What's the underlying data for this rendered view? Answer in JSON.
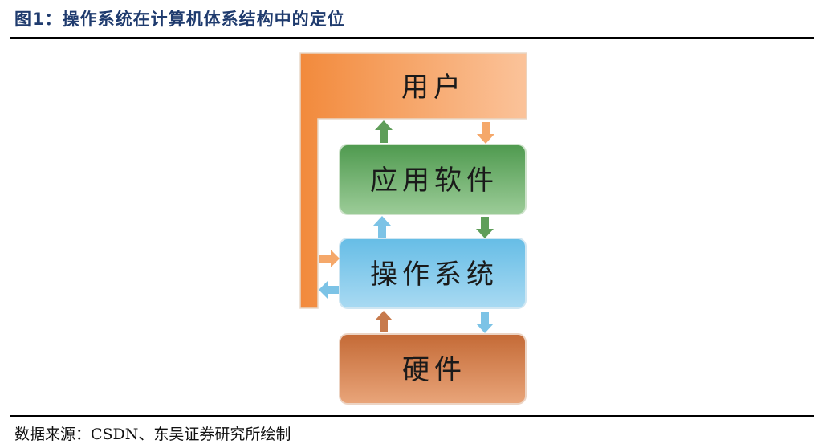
{
  "figure": {
    "title": "图1：操作系统在计算机体系结构中的定位",
    "source": "数据来源：CSDN、东吴证券研究所绘制"
  },
  "diagram": {
    "user_label": "用户",
    "app_label": "应用软件",
    "os_label": "操作系统",
    "hw_label": "硬件"
  },
  "colors": {
    "user": "#f7a16b",
    "app": "#5fa85f",
    "os": "#5fb8e0",
    "hw": "#c8703f",
    "title": "#1f3b6e"
  }
}
